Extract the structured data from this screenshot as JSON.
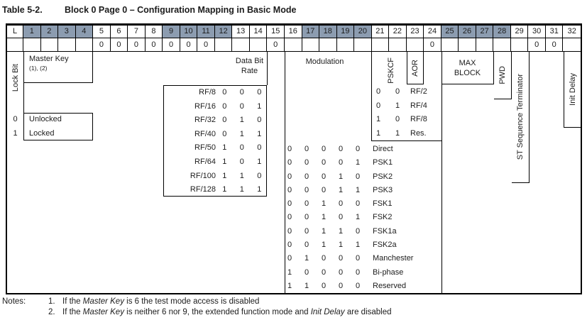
{
  "title": {
    "label": "Table 5-2.",
    "text": "Block 0 Page 0 – Configuration Mapping in Basic Mode"
  },
  "header": {
    "columns": [
      {
        "label": "L",
        "shaded": false
      },
      {
        "label": "1",
        "shaded": true
      },
      {
        "label": "2",
        "shaded": true
      },
      {
        "label": "3",
        "shaded": true
      },
      {
        "label": "4",
        "shaded": true
      },
      {
        "label": "5",
        "shaded": false
      },
      {
        "label": "6",
        "shaded": false
      },
      {
        "label": "7",
        "shaded": false
      },
      {
        "label": "8",
        "shaded": false
      },
      {
        "label": "9",
        "shaded": true
      },
      {
        "label": "10",
        "shaded": true
      },
      {
        "label": "11",
        "shaded": true
      },
      {
        "label": "12",
        "shaded": true
      },
      {
        "label": "13",
        "shaded": false
      },
      {
        "label": "14",
        "shaded": false
      },
      {
        "label": "15",
        "shaded": false
      },
      {
        "label": "16",
        "shaded": false
      },
      {
        "label": "17",
        "shaded": true
      },
      {
        "label": "18",
        "shaded": true
      },
      {
        "label": "19",
        "shaded": true
      },
      {
        "label": "20",
        "shaded": true
      },
      {
        "label": "21",
        "shaded": false
      },
      {
        "label": "22",
        "shaded": false
      },
      {
        "label": "23",
        "shaded": false
      },
      {
        "label": "24",
        "shaded": false
      },
      {
        "label": "25",
        "shaded": true
      },
      {
        "label": "26",
        "shaded": true
      },
      {
        "label": "27",
        "shaded": true
      },
      {
        "label": "28",
        "shaded": true
      },
      {
        "label": "29",
        "shaded": false
      },
      {
        "label": "30",
        "shaded": false
      },
      {
        "label": "31",
        "shaded": false
      },
      {
        "label": "32",
        "shaded": false
      }
    ],
    "default_row": [
      "",
      "",
      "",
      "",
      "",
      "0",
      "0",
      "0",
      "0",
      "0",
      "0",
      "0",
      "",
      "",
      "",
      "0",
      "",
      "",
      "",
      "",
      "",
      "",
      "",
      "",
      "0",
      "",
      "",
      "",
      "",
      "",
      "0",
      "0",
      ""
    ]
  },
  "sections": {
    "lock_bit": {
      "label": "Lock Bit",
      "rows": [
        {
          "bit": "0",
          "label": "Unlocked"
        },
        {
          "bit": "1",
          "label": "Locked"
        }
      ]
    },
    "master_key": {
      "label": "Master Key",
      "note_refs": "(1), (2)"
    },
    "data_bit_rate": {
      "label": [
        "Data Bit",
        "Rate"
      ],
      "rows": [
        {
          "name": "RF/8",
          "bits": [
            "0",
            "0",
            "0"
          ]
        },
        {
          "name": "RF/16",
          "bits": [
            "0",
            "0",
            "1"
          ]
        },
        {
          "name": "RF/32",
          "bits": [
            "0",
            "1",
            "0"
          ]
        },
        {
          "name": "RF/40",
          "bits": [
            "0",
            "1",
            "1"
          ]
        },
        {
          "name": "RF/50",
          "bits": [
            "1",
            "0",
            "0"
          ]
        },
        {
          "name": "RF/64",
          "bits": [
            "1",
            "0",
            "1"
          ]
        },
        {
          "name": "RF/100",
          "bits": [
            "1",
            "1",
            "0"
          ]
        },
        {
          "name": "RF/128",
          "bits": [
            "1",
            "1",
            "1"
          ]
        }
      ]
    },
    "modulation": {
      "label": "Modulation",
      "rows": [
        {
          "bits": [
            "0",
            "0",
            "0",
            "0",
            "0"
          ],
          "label": "Direct"
        },
        {
          "bits": [
            "0",
            "0",
            "0",
            "0",
            "1"
          ],
          "label": "PSK1"
        },
        {
          "bits": [
            "0",
            "0",
            "0",
            "1",
            "0"
          ],
          "label": "PSK2"
        },
        {
          "bits": [
            "0",
            "0",
            "0",
            "1",
            "1"
          ],
          "label": "PSK3"
        },
        {
          "bits": [
            "0",
            "0",
            "1",
            "0",
            "0"
          ],
          "label": "FSK1"
        },
        {
          "bits": [
            "0",
            "0",
            "1",
            "0",
            "1"
          ],
          "label": "FSK2"
        },
        {
          "bits": [
            "0",
            "0",
            "1",
            "1",
            "0"
          ],
          "label": "FSK1a"
        },
        {
          "bits": [
            "0",
            "0",
            "1",
            "1",
            "1"
          ],
          "label": "FSK2a"
        },
        {
          "bits": [
            "0",
            "1",
            "0",
            "0",
            "0"
          ],
          "label": "Manchester"
        },
        {
          "bits": [
            "1",
            "0",
            "0",
            "0",
            "0"
          ],
          "label": "Bi-phase"
        },
        {
          "bits": [
            "1",
            "1",
            "0",
            "0",
            "0"
          ],
          "label": "Reserved"
        }
      ]
    },
    "pskcf": {
      "label": "PSKCF",
      "rows": [
        {
          "bits": [
            "0",
            "0"
          ],
          "label": "RF/2"
        },
        {
          "bits": [
            "0",
            "1"
          ],
          "label": "RF/4"
        },
        {
          "bits": [
            "1",
            "0"
          ],
          "label": "RF/8"
        },
        {
          "bits": [
            "1",
            "1"
          ],
          "label": "Res."
        }
      ]
    },
    "aor": {
      "label": "AOR"
    },
    "max_block": {
      "label": [
        "MAX",
        "BLOCK"
      ]
    },
    "pwd": {
      "label": "PWD"
    },
    "st_terminator": {
      "label": "ST Sequence Terminator"
    },
    "init_delay": {
      "label": "Init Delay"
    }
  },
  "notes": {
    "label": "Notes:",
    "items": [
      {
        "num": "1.",
        "parts": [
          {
            "text": "If the ",
            "italic": false
          },
          {
            "text": "Master Key",
            "italic": true
          },
          {
            "text": " is 6 the test mode access is disabled",
            "italic": false
          }
        ]
      },
      {
        "num": "2.",
        "parts": [
          {
            "text": "If the ",
            "italic": false
          },
          {
            "text": "Master Key",
            "italic": true
          },
          {
            "text": " is neither 6 nor 9, the extended function mode and ",
            "italic": false
          },
          {
            "text": "Init Delay",
            "italic": true
          },
          {
            "text": " are disabled",
            "italic": false
          }
        ]
      }
    ]
  }
}
